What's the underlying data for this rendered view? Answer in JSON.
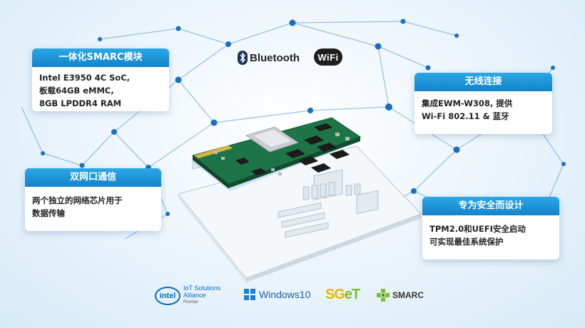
{
  "top_logos": {
    "bluetooth": "Bluetooth",
    "wifi": "WiFi"
  },
  "callouts": [
    {
      "id": "smarc",
      "title": "一体化SMARC模块",
      "lines": [
        "Intel E3950 4C SoC,",
        "板载64GB eMMC,",
        "8GB LPDDR4 RAM"
      ]
    },
    {
      "id": "wireless",
      "title": "无线连接",
      "lines": [
        "集成EWM-W308, 提供",
        "Wi-Fi 802.11 & 蓝牙"
      ]
    },
    {
      "id": "dual-lan",
      "title": "双网口通信",
      "lines": [
        "两个独立的网络芯片用于",
        "数据传输"
      ]
    },
    {
      "id": "security",
      "title": "专为安全而设计",
      "lines": [
        "TPM2.0和UEFI安全启动",
        "可实现最佳系统保护"
      ]
    }
  ],
  "bottom_logos": {
    "intel": "intel",
    "iot_line1": "IoT Solutions",
    "iot_line2": "Alliance",
    "iot_line3": "Premier",
    "windows": "Windows10",
    "sget": "SGeT",
    "smarc": "SMARC"
  },
  "colors": {
    "header_blue": "#1c8fd6",
    "network_line": "#3a8fd0",
    "node": "#1b6fc0",
    "board_green": "#1f7a4a"
  }
}
